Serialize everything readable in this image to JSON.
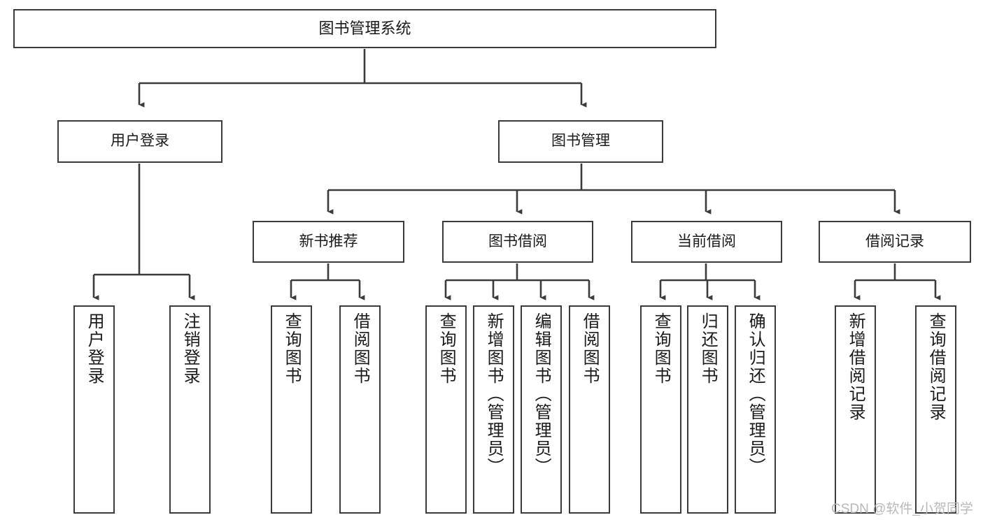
{
  "diagram": {
    "title": "图书管理系统",
    "type": "tree",
    "watermark": "CSDN @软件_小贺同学",
    "colors": {
      "box_border": "#3b3b3b",
      "box_fill": "#ffffff",
      "edge": "#3b3b3b",
      "text": "#1a1a1a",
      "watermark": "#b9b9b9",
      "background": "#ffffff"
    },
    "nodes": {
      "root": {
        "label": "图书管理系统",
        "level": 1,
        "orientation": "horizontal"
      },
      "l2": [
        {
          "id": "user_login",
          "label": "用户登录",
          "level": 2,
          "orientation": "horizontal"
        },
        {
          "id": "book_manage",
          "label": "图书管理",
          "level": 2,
          "orientation": "horizontal"
        }
      ],
      "l3": [
        {
          "id": "new_book_rec",
          "label": "新书推荐",
          "level": 3,
          "orientation": "horizontal"
        },
        {
          "id": "book_borrow",
          "label": "图书借阅",
          "level": 3,
          "orientation": "horizontal"
        },
        {
          "id": "current_borrow",
          "label": "当前借阅",
          "level": 3,
          "orientation": "horizontal"
        },
        {
          "id": "borrow_record",
          "label": "借阅记录",
          "level": 3,
          "orientation": "horizontal"
        }
      ],
      "leaves": [
        {
          "id": "leaf_user_login",
          "label": "用户登录",
          "parent": "user_login",
          "orientation": "vertical"
        },
        {
          "id": "leaf_user_logout",
          "label": "注销登录",
          "parent": "user_login",
          "orientation": "vertical"
        },
        {
          "id": "leaf_nbr_query",
          "label": "查询图书",
          "parent": "new_book_rec",
          "orientation": "vertical"
        },
        {
          "id": "leaf_nbr_borrow",
          "label": "借阅图书",
          "parent": "new_book_rec",
          "orientation": "vertical"
        },
        {
          "id": "leaf_bb_query",
          "label": "查询图书",
          "parent": "book_borrow",
          "orientation": "vertical"
        },
        {
          "id": "leaf_bb_add",
          "label": "新增图书（管理员）",
          "parent": "book_borrow",
          "orientation": "vertical"
        },
        {
          "id": "leaf_bb_edit",
          "label": "编辑图书（管理员）",
          "parent": "book_borrow",
          "orientation": "vertical"
        },
        {
          "id": "leaf_bb_borrow",
          "label": "借阅图书",
          "parent": "book_borrow",
          "orientation": "vertical"
        },
        {
          "id": "leaf_cb_query",
          "label": "查询图书",
          "parent": "current_borrow",
          "orientation": "vertical"
        },
        {
          "id": "leaf_cb_return",
          "label": "归还图书",
          "parent": "current_borrow",
          "orientation": "vertical"
        },
        {
          "id": "leaf_cb_confirm",
          "label": "确认归还（管理员）",
          "parent": "current_borrow",
          "orientation": "vertical"
        },
        {
          "id": "leaf_br_add",
          "label": "新增借阅记录",
          "parent": "borrow_record",
          "orientation": "vertical"
        },
        {
          "id": "leaf_br_query",
          "label": "查询借阅记录",
          "parent": "borrow_record",
          "orientation": "vertical"
        }
      ]
    }
  }
}
